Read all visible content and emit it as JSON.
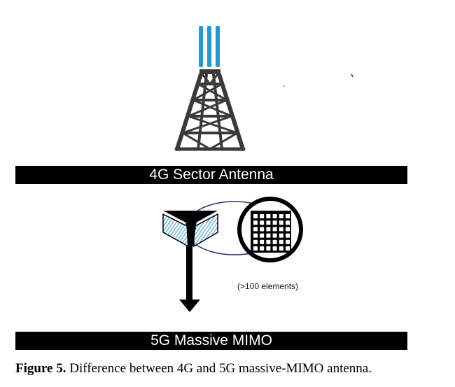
{
  "diagram": {
    "sector_antenna": {
      "label": "4G Sector Antenna"
    },
    "massive_mimo": {
      "label": "5G Massive MIMO",
      "elements_note": "(>100 elements)"
    }
  },
  "caption": {
    "label": "Figure 5.",
    "text": "Difference between 4G and 5G massive-MIMO antenna."
  },
  "colors": {
    "antenna_panels": "#1e9bd7",
    "tower": "#3a3a3a",
    "bands": "#000000",
    "mimo_hatch": "#4aa8de",
    "connector_ellipse": "#2a2a72"
  }
}
